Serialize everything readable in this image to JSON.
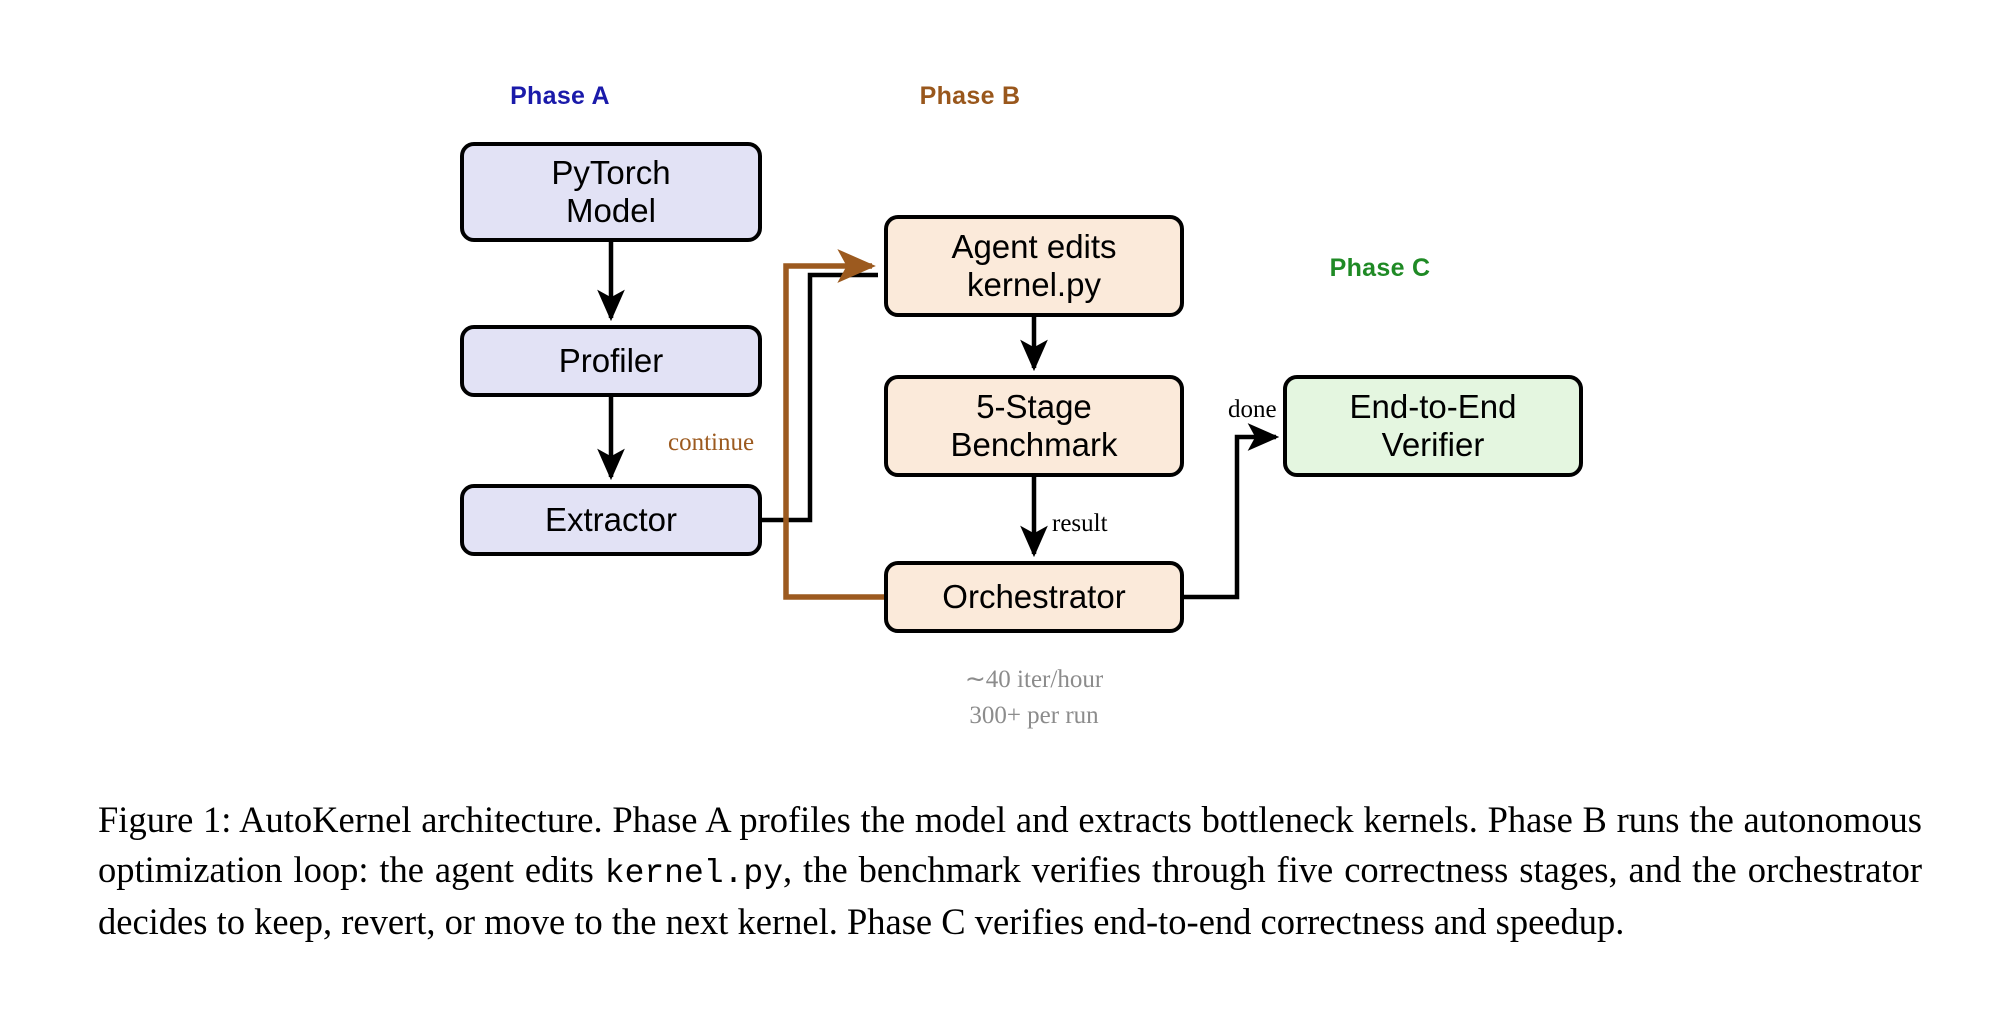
{
  "figure": {
    "phases": [
      {
        "id": "A",
        "label": "Phase A",
        "color": "#1a1aaa"
      },
      {
        "id": "B",
        "label": "Phase B",
        "color": "#99571c"
      },
      {
        "id": "C",
        "label": "Phase C",
        "color": "#1f8a25"
      }
    ],
    "nodes": [
      {
        "id": "pytorch-model",
        "label": "PyTorch\nModel",
        "phase": "A",
        "fill": "#e2e2f5"
      },
      {
        "id": "profiler",
        "label": "Profiler",
        "phase": "A",
        "fill": "#e2e2f5"
      },
      {
        "id": "extractor",
        "label": "Extractor",
        "phase": "A",
        "fill": "#e2e2f5"
      },
      {
        "id": "agent-edits",
        "label": "Agent edits\nkernel.py",
        "phase": "B",
        "fill": "#fbeada"
      },
      {
        "id": "benchmark",
        "label": "5-Stage\nBenchmark",
        "phase": "B",
        "fill": "#fbeada"
      },
      {
        "id": "orchestrator",
        "label": "Orchestrator",
        "phase": "B",
        "fill": "#fbeada"
      },
      {
        "id": "verifier",
        "label": "End-to-End\nVerifier",
        "phase": "C",
        "fill": "#e4f6e0"
      }
    ],
    "edge_labels": {
      "continue": "continue",
      "result": "result",
      "done": "done"
    },
    "annotations": {
      "throughput": "∼40 iter/hour\n300+ per run"
    },
    "edges": [
      {
        "from": "pytorch-model",
        "to": "profiler",
        "color": "#000000",
        "label": ""
      },
      {
        "from": "profiler",
        "to": "extractor",
        "color": "#000000",
        "label": ""
      },
      {
        "from": "extractor",
        "to": "agent-edits",
        "color": "#000000",
        "label": ""
      },
      {
        "from": "agent-edits",
        "to": "benchmark",
        "color": "#000000",
        "label": ""
      },
      {
        "from": "benchmark",
        "to": "orchestrator",
        "color": "#000000",
        "label": "result"
      },
      {
        "from": "orchestrator",
        "to": "agent-edits",
        "color": "#9c5a1f",
        "label": "continue"
      },
      {
        "from": "orchestrator",
        "to": "verifier",
        "color": "#000000",
        "label": "done"
      }
    ]
  },
  "caption": {
    "prefix": "Figure 1:",
    "part1": " AutoKernel architecture.  Phase A profiles the model and extracts bottleneck kernels. Phase B runs the autonomous optimization loop: the agent edits ",
    "mono": "kernel.py",
    "part2": ", the benchmark verifies through five correctness stages, and the orchestrator decides to keep, revert, or move to the next kernel. Phase C verifies end-to-end correctness and speedup."
  }
}
